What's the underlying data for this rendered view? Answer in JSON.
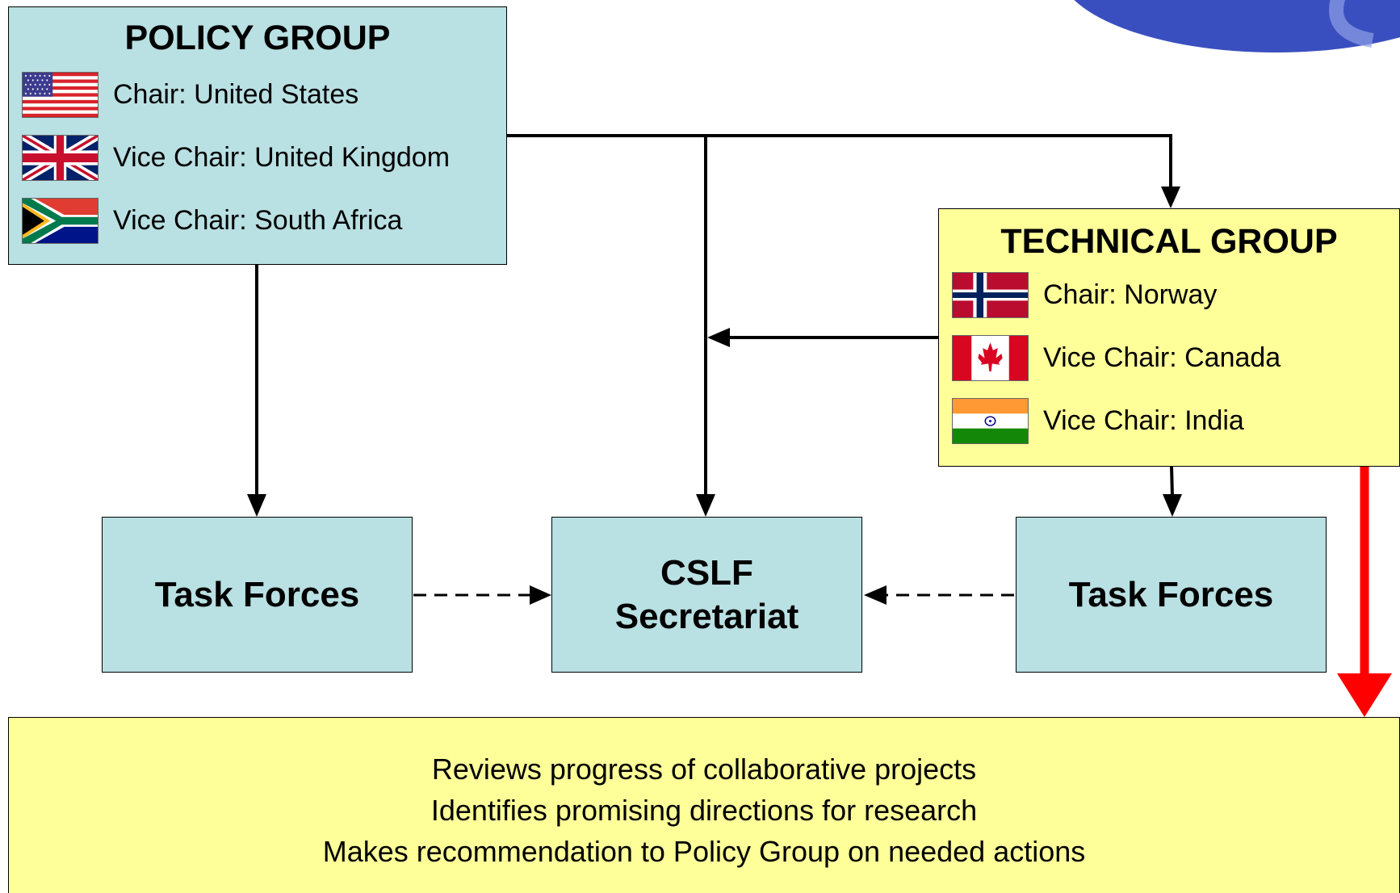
{
  "policy_group": {
    "title": "POLICY GROUP",
    "members": [
      {
        "label": "Chair: United States",
        "flag": "flag-usa"
      },
      {
        "label": "Vice Chair: United Kingdom",
        "flag": "flag-uk"
      },
      {
        "label": "Vice Chair: South Africa",
        "flag": "flag-south-africa"
      }
    ]
  },
  "technical_group": {
    "title": "TECHNICAL GROUP",
    "members": [
      {
        "label": "Chair: Norway",
        "flag": "flag-norway"
      },
      {
        "label": "Vice Chair: Canada",
        "flag": "flag-canada"
      },
      {
        "label": "Vice Chair: India",
        "flag": "flag-india"
      }
    ]
  },
  "task_forces_left": {
    "label": "Task Forces"
  },
  "secretariat": {
    "line1": "CSLF",
    "line2": "Secretariat"
  },
  "task_forces_right": {
    "label": "Task Forces"
  },
  "summary": {
    "lines": [
      "Reviews progress of collaborative projects",
      "Identifies promising directions for research",
      "Makes recommendation to Policy Group on needed actions"
    ]
  },
  "colors": {
    "box_blue": "#b9e0e3",
    "box_yellow": "#ffff99",
    "arrow_black": "#000000",
    "arrow_red": "#ff0000",
    "logo_blue": "#3a4fbf"
  }
}
